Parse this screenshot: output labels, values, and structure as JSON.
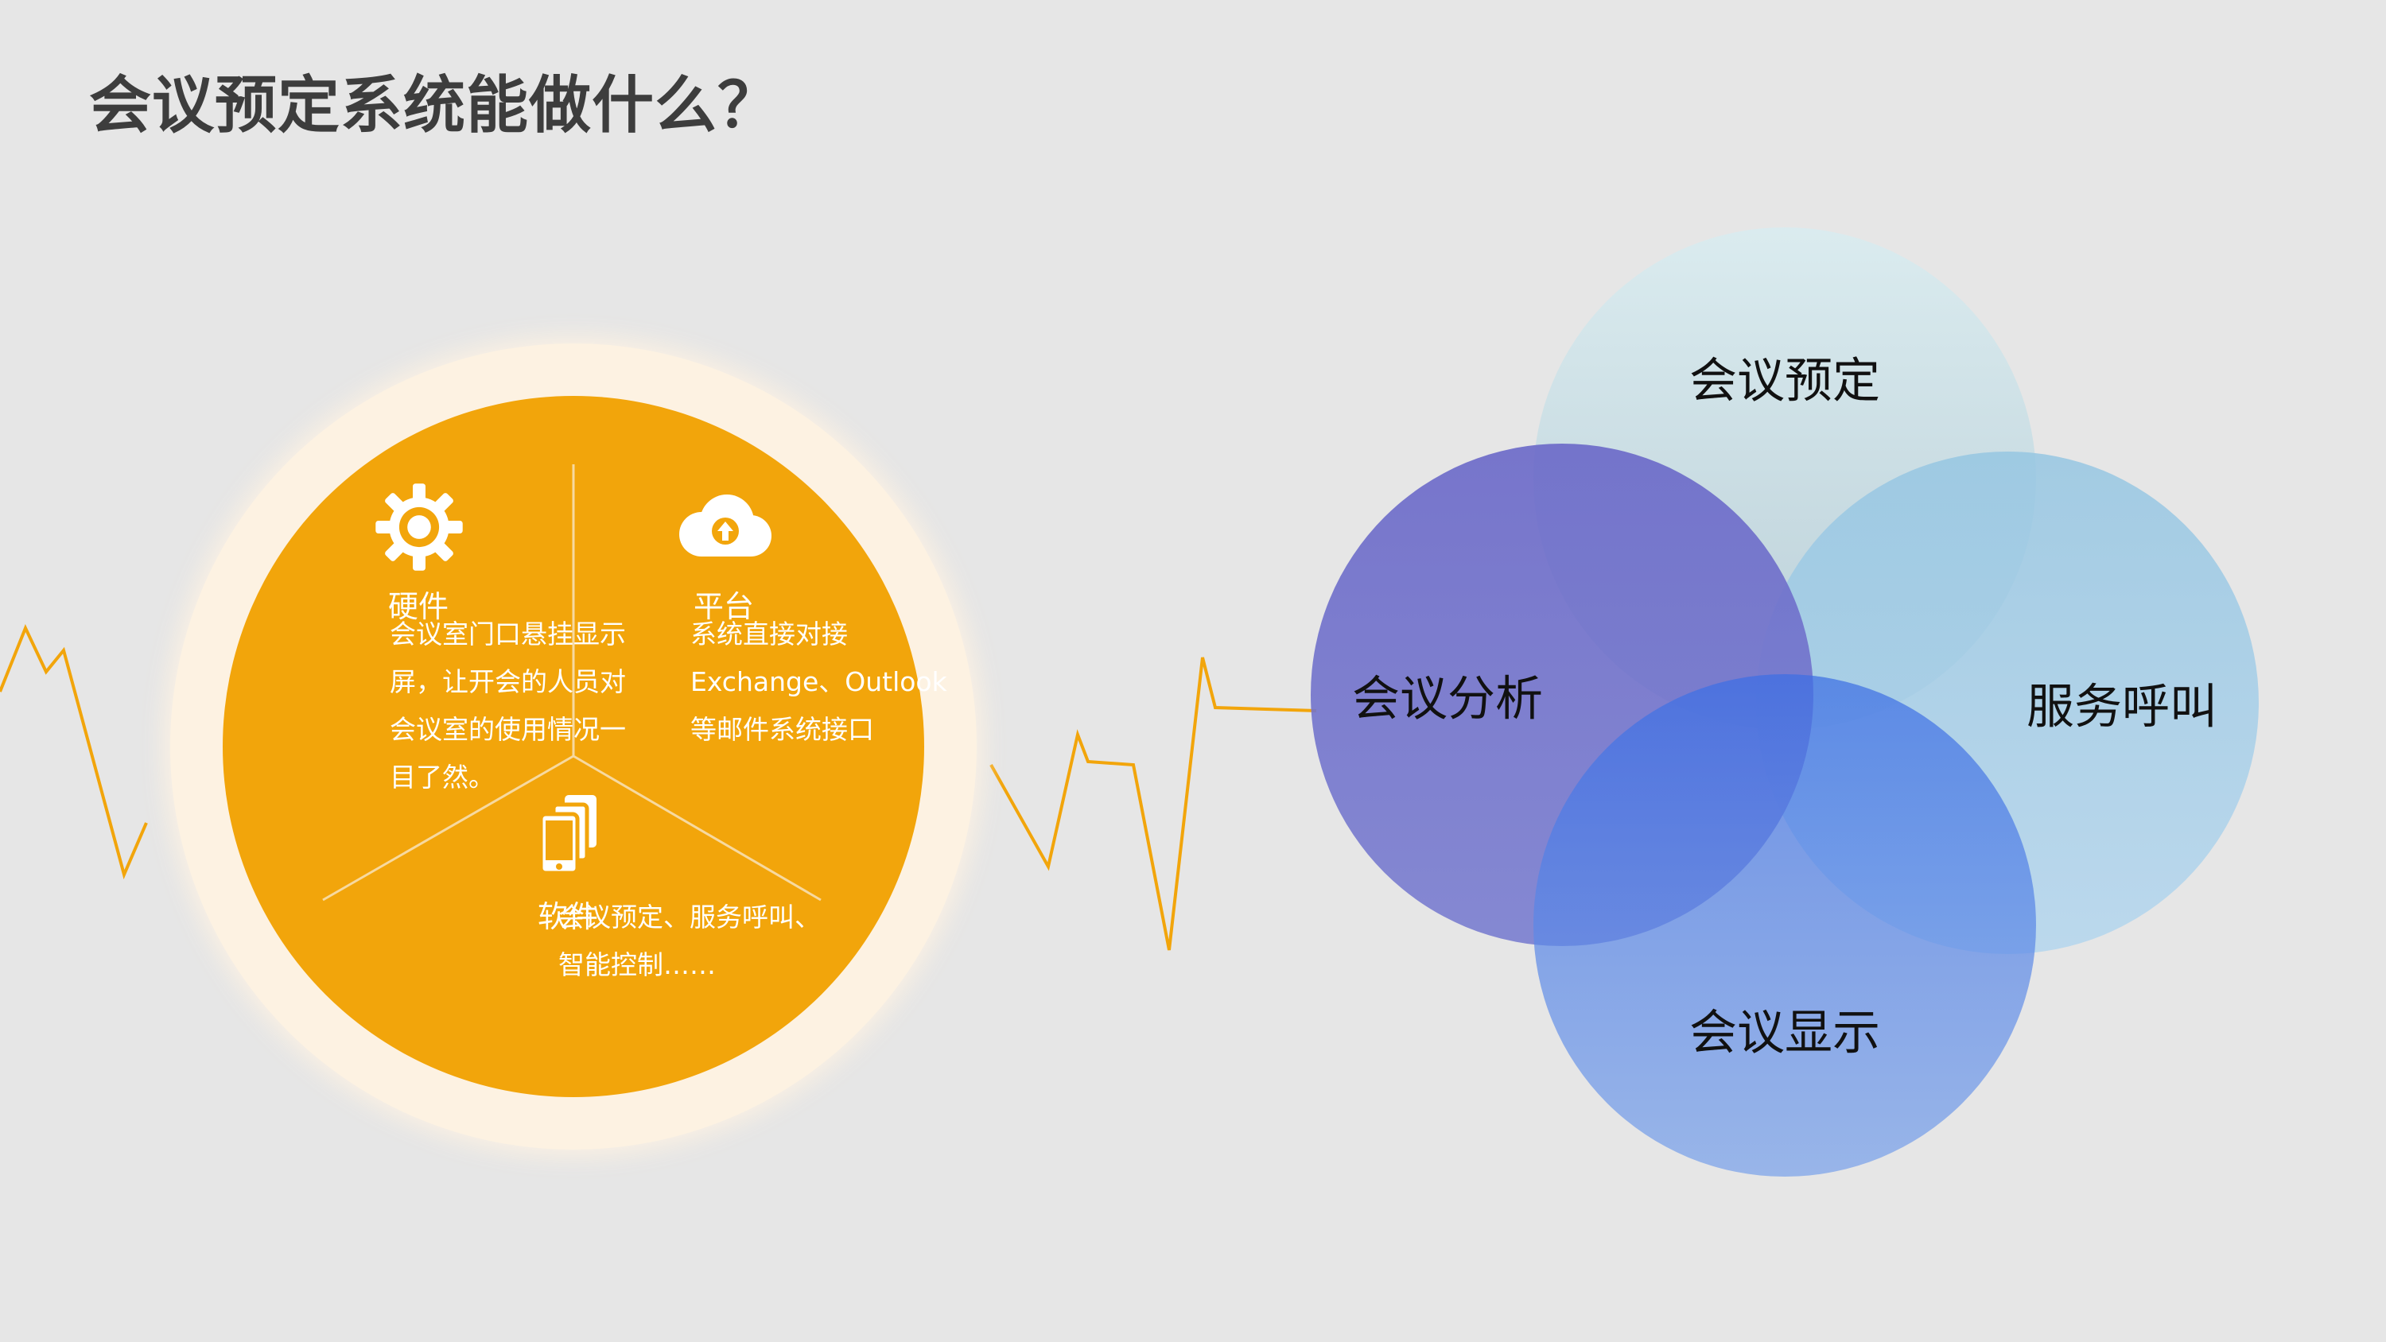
{
  "title": "会议预定系统能做什么？",
  "wheel": {
    "hardware": {
      "icon": "gear-icon",
      "title": "硬件",
      "lines": [
        "会议室门口悬挂显示",
        "屏，让开会的人员对",
        "会议室的使用情况一",
        "目了然。"
      ]
    },
    "platform": {
      "icon": "cloud-upload-icon",
      "title": "平台",
      "lines": [
        "系统直接对接",
        "Exchange、Outlook",
        "等邮件系统接口"
      ]
    },
    "software": {
      "icon": "mobile-devices-icon",
      "title": "软件",
      "lines": [
        "会议预定、服务呼叫、",
        "智能控制……"
      ]
    }
  },
  "venn": {
    "top": "会议预定",
    "left": "会议分析",
    "right": "服务呼叫",
    "bottom": "会议显示"
  },
  "colors": {
    "background": "#e6e6e6",
    "wheel_orange": "#f2a50b",
    "wheel_glow": "#fdf2e2",
    "pulse_line": "#f2a50b"
  }
}
